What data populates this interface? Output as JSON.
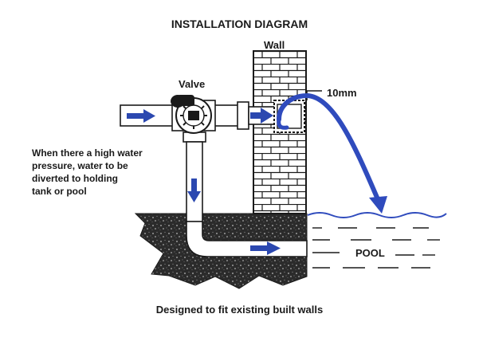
{
  "diagram": {
    "title": "INSTALLATION DIAGRAM",
    "wall_label": "Wall",
    "valve_label": "Valve",
    "gap_label": "10mm",
    "note_lines": [
      "When there a high water",
      "pressure, water to be",
      "diverted to holding",
      "tank or pool"
    ],
    "pool_label": "POOL",
    "caption": "Designed to fit existing built walls"
  },
  "colors": {
    "arrow_blue": "#2b48b0",
    "hose_blue": "#2f4bbd",
    "line": "#1a1a1a",
    "ground": "#2a2a2a"
  }
}
